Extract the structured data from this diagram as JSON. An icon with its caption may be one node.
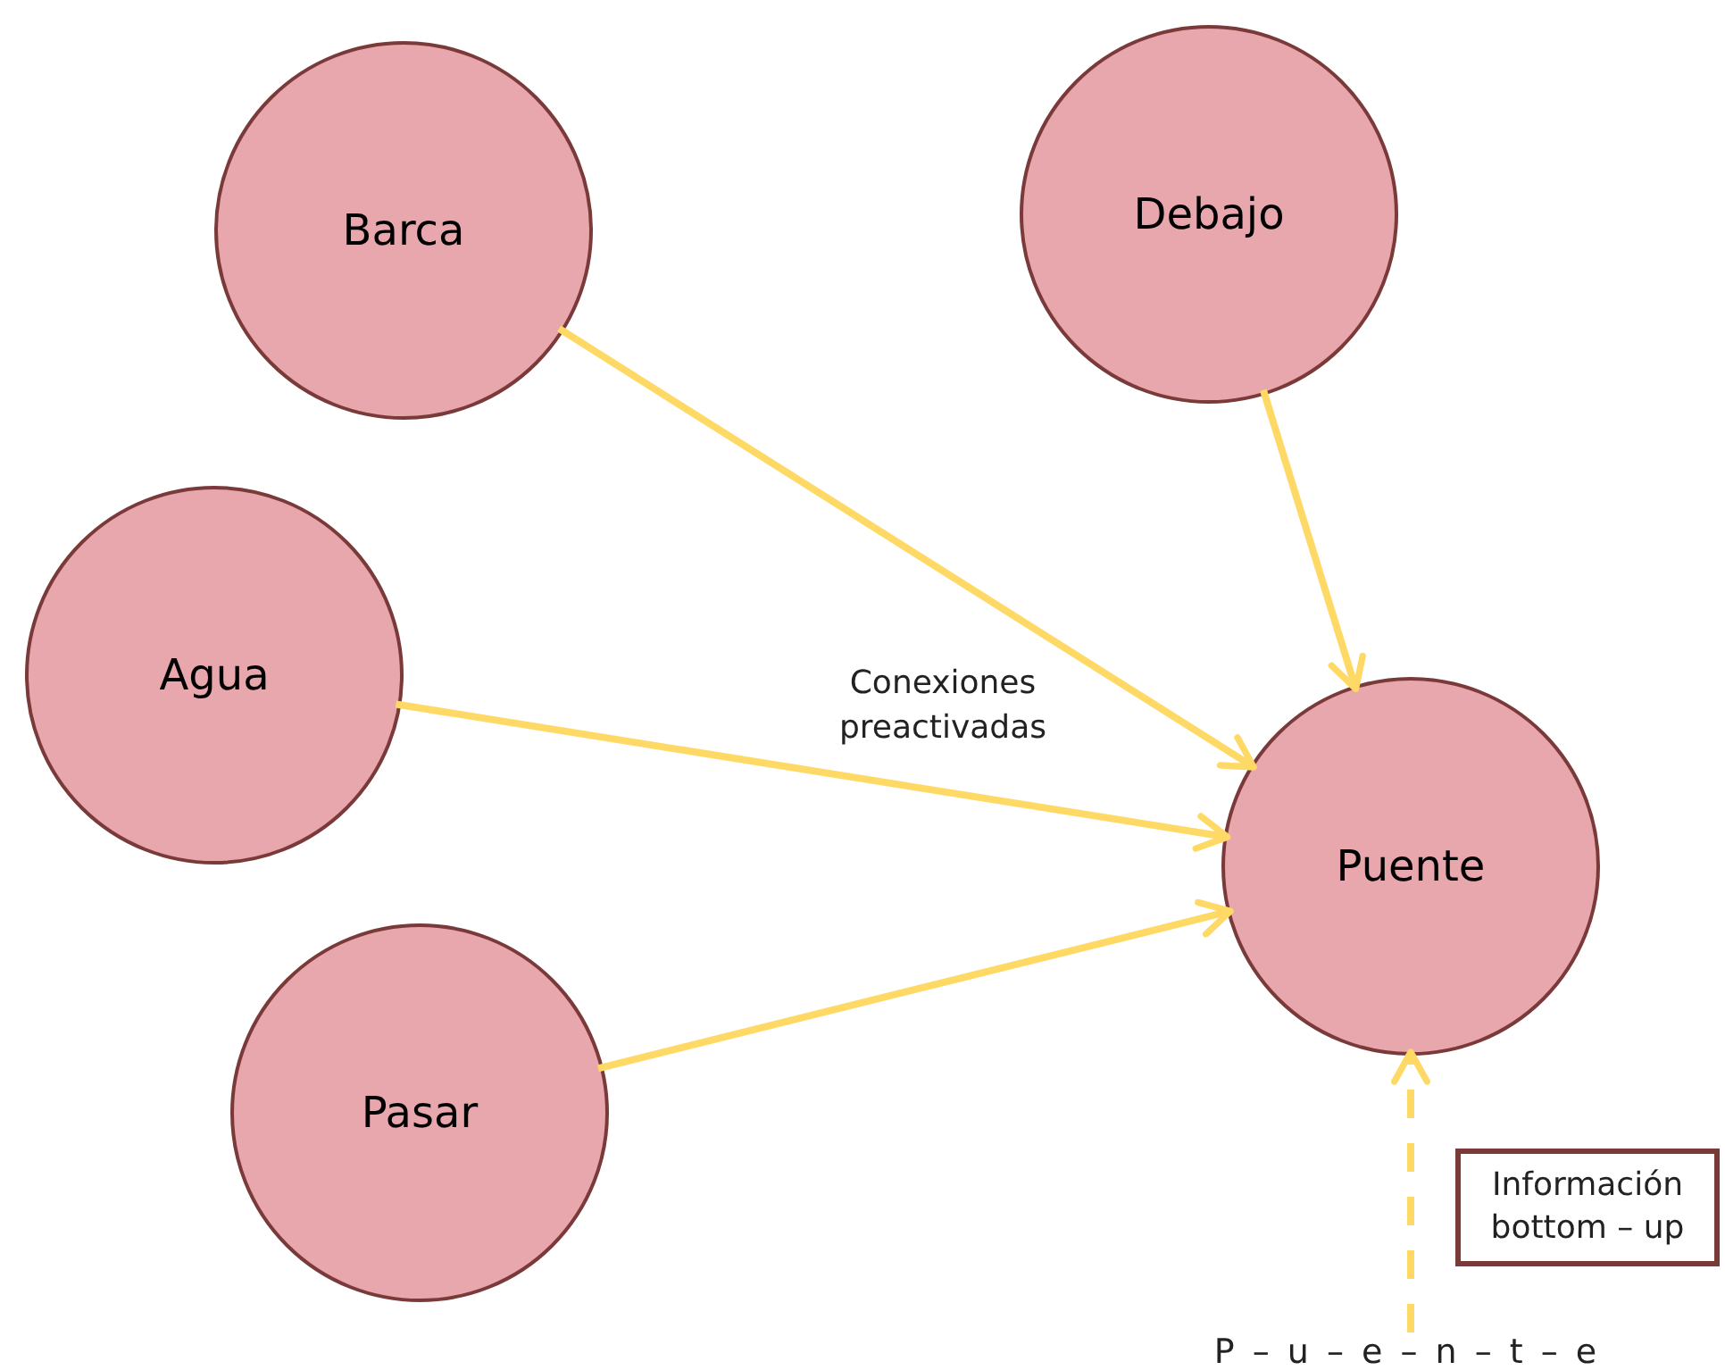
{
  "diagram": {
    "nodes": [
      {
        "text": [
          "Barca"
        ]
      },
      {
        "text": [
          "Debajo"
        ]
      },
      {
        "text": [
          "Agua"
        ]
      },
      {
        "text": [
          "Puente"
        ]
      },
      {
        "text": [
          "Pasar"
        ]
      },
      {
        "text": [
          "Información bottom – up"
        ]
      },
      {
        "text": [
          "P – u – e – n – t – e"
        ]
      }
    ],
    "edges": [
      {
        "from": 0,
        "to": 3,
        "arrow": "to"
      },
      {
        "from": 1,
        "to": 3,
        "arrow": "to"
      },
      {
        "from": 2,
        "to": 3,
        "arrow": "to"
      },
      {
        "from": 4,
        "to": 3,
        "arrow": "to"
      },
      {
        "from": 6,
        "to": 3,
        "arrow": "to",
        "style": "dashed"
      }
    ],
    "labels": [
      "Conexiones preactivadas"
    ]
  }
}
